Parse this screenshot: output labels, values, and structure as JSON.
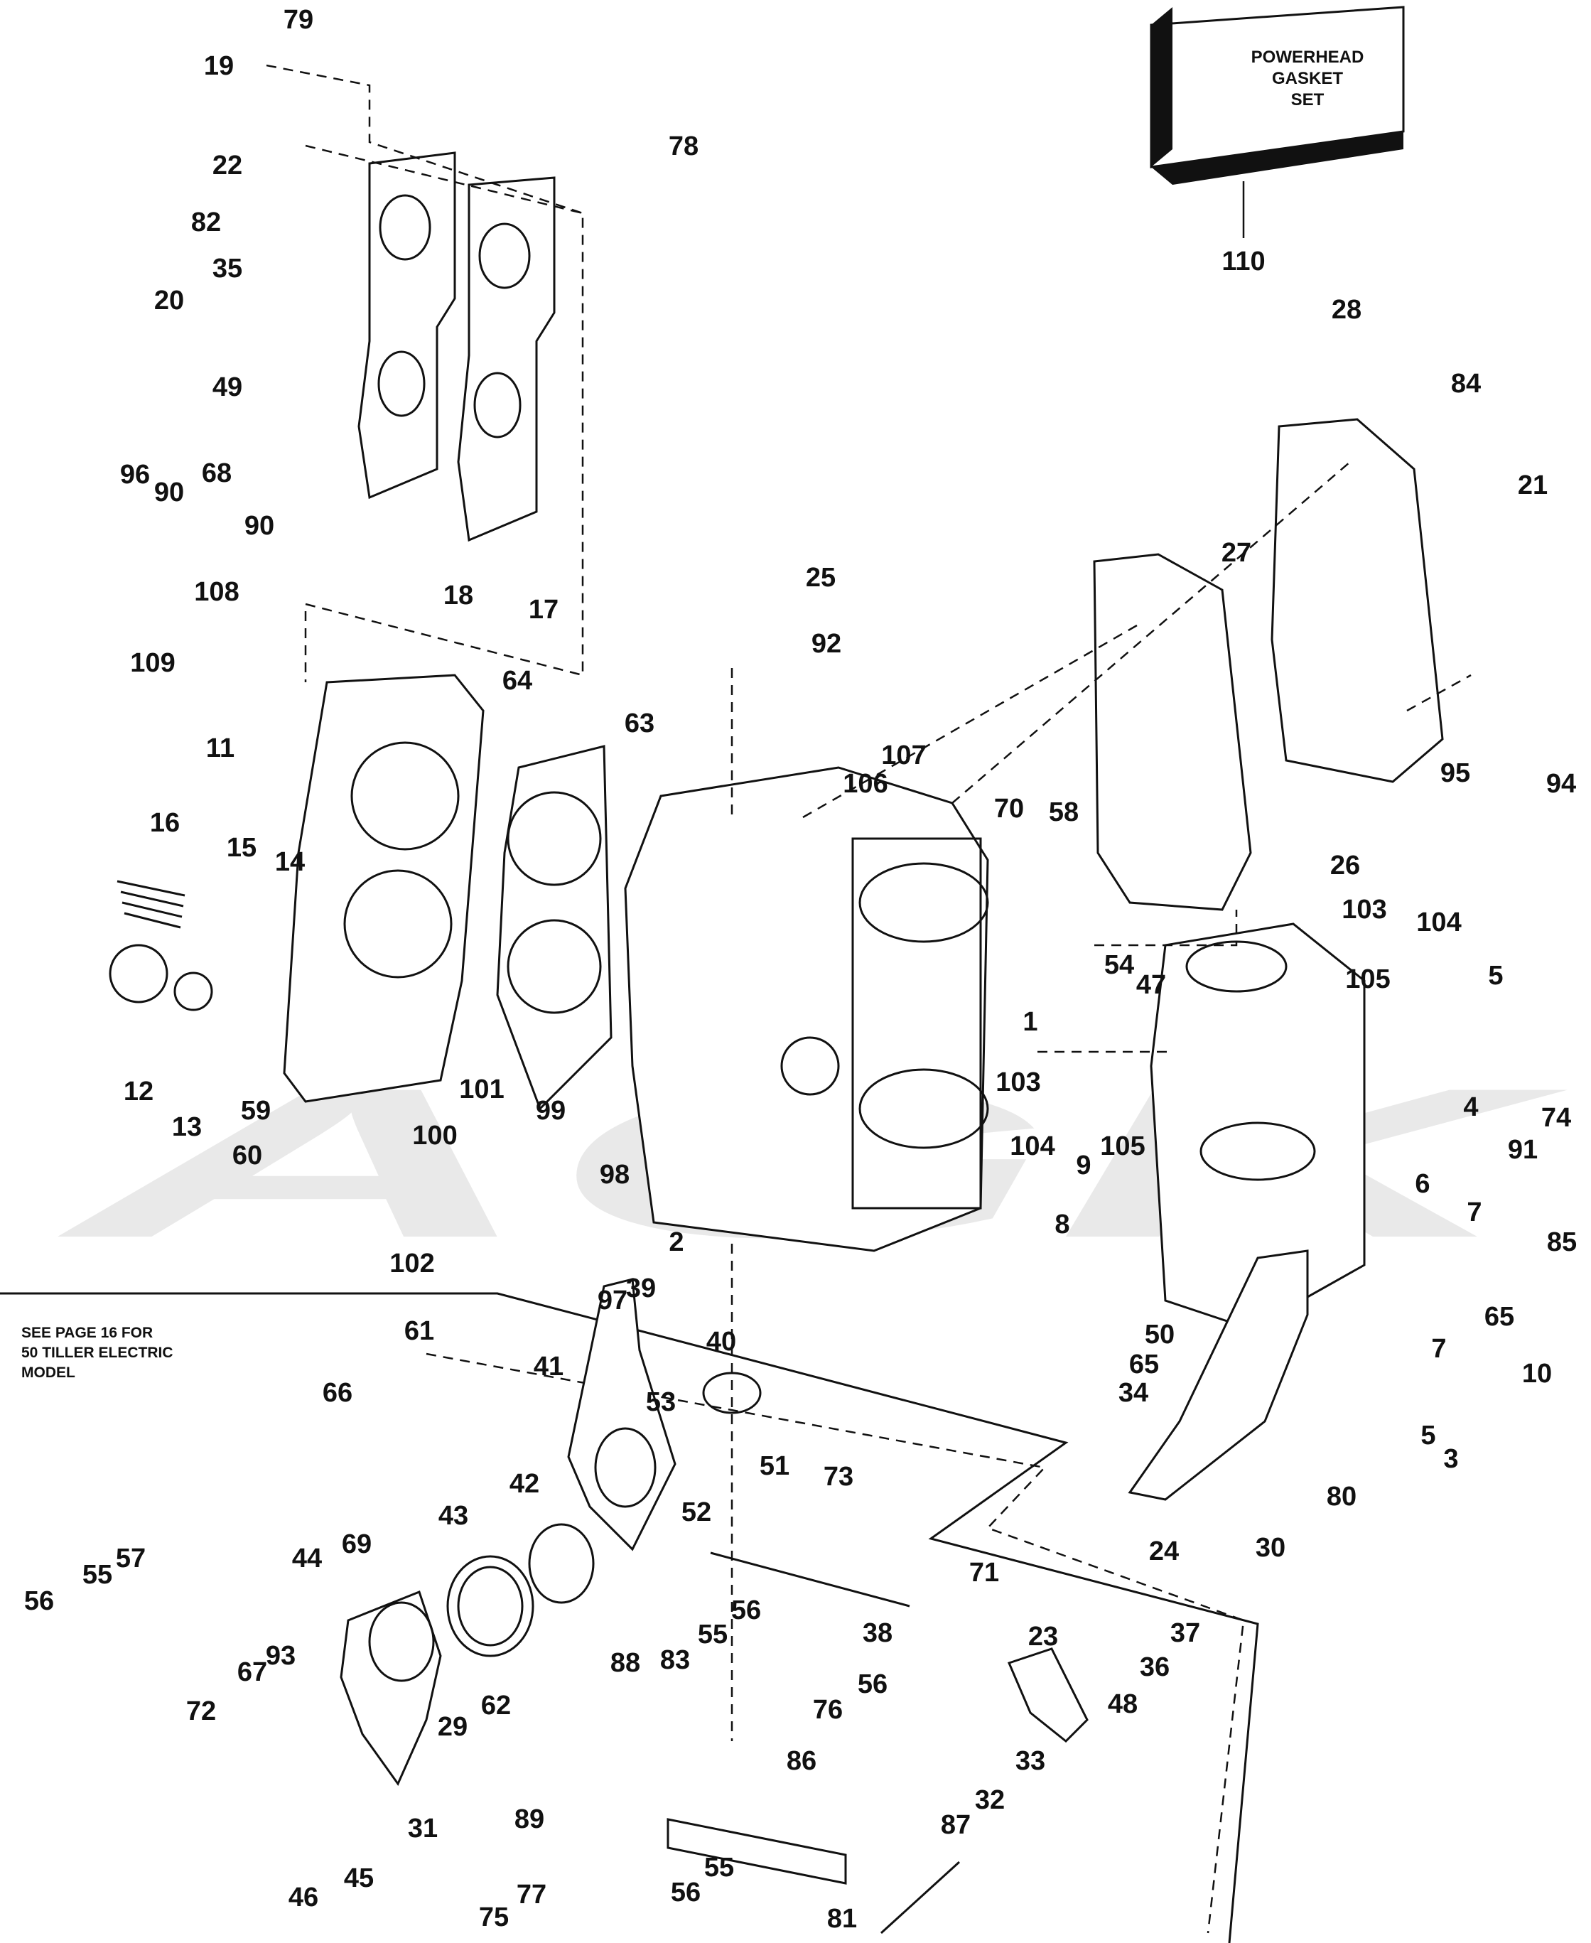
{
  "gasket_set_box": {
    "lines": [
      "POWERHEAD",
      "GASKET",
      "SET"
    ],
    "callout": "110"
  },
  "note": {
    "lines": [
      "SEE PAGE 16 FOR",
      "50 TILLER ELECTRIC",
      "MODEL"
    ]
  },
  "watermark": {
    "text": "AGK"
  },
  "callouts": [
    "79",
    "19",
    "22",
    "82",
    "35",
    "20",
    "49",
    "96",
    "90",
    "68",
    "90",
    "18",
    "17",
    "78",
    "108",
    "109",
    "11",
    "64",
    "63",
    "25",
    "92",
    "107",
    "106",
    "16",
    "15",
    "14",
    "12",
    "13",
    "1",
    "70",
    "58",
    "54",
    "47",
    "26",
    "28",
    "84",
    "27",
    "21",
    "95",
    "94",
    "103",
    "104",
    "105",
    "5",
    "103",
    "104",
    "105",
    "4",
    "91",
    "74",
    "6",
    "7",
    "85",
    "65",
    "10",
    "7",
    "59",
    "60",
    "101",
    "99",
    "100",
    "98",
    "102",
    "97",
    "2",
    "39",
    "8",
    "9",
    "50",
    "65",
    "34",
    "5",
    "3",
    "80",
    "24",
    "30",
    "61",
    "66",
    "40",
    "53",
    "41",
    "51",
    "42",
    "43",
    "52",
    "73",
    "69",
    "44",
    "57",
    "55",
    "56",
    "56",
    "55",
    "71",
    "23",
    "37",
    "38",
    "36",
    "56",
    "48",
    "72",
    "67",
    "93",
    "88",
    "83",
    "62",
    "29",
    "33",
    "32",
    "76",
    "86",
    "89",
    "31",
    "45",
    "46",
    "75",
    "77",
    "55",
    "56",
    "87",
    "81"
  ]
}
